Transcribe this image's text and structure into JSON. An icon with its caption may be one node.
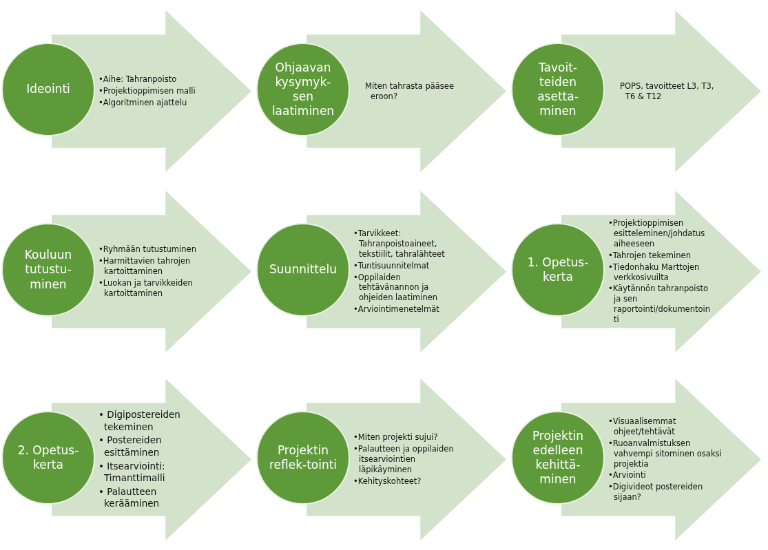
{
  "diagram": {
    "nodes": [
      {
        "text": [
          "Ideointi"
        ]
      },
      {
        "text": [
          "•Aihe: Tahranpoisto",
          "•Projektioppimisen malli",
          "•Algoritminen ajattelu"
        ]
      },
      {
        "text": [
          "Ohjaavan kysymyk-sen laatiminen"
        ]
      },
      {
        "text": [
          "Miten tahrasta pääsee eroon?"
        ]
      },
      {
        "text": [
          "Tavoit-teiden asetta-minen"
        ]
      },
      {
        "text": [
          "POPS, tavoitteet L3, T3, T6 & T12"
        ]
      },
      {
        "text": [
          "Kouluun tutustu-minen"
        ]
      },
      {
        "text": [
          "•Ryhmään tutustuminen",
          "•Harmittavien tahrojen kartoittaminen",
          "•Luokan ja tarvikkeiden kartoittaminen"
        ]
      },
      {
        "text": [
          "Suunnittelu"
        ]
      },
      {
        "text": [
          "•Tarvikkeet: Tahranpoistoaineet, tekstiilit, tahralähteet",
          "•Tuntisuunnitelmat",
          "•Oppilaiden tehtävänannon ja ohjeiden laatiminen",
          "•Arviointimenetelmät"
        ]
      },
      {
        "text": [
          "1. Opetus-kerta"
        ]
      },
      {
        "text": [
          "•Projektioppimisen esitteleminen/johdatus aiheeseen",
          "•Tahrojen tekeminen",
          "•Tiedonhaku Marttojen verkkosivuilta",
          "•Käytännön tahranpoisto ja sen raportointi/dokumentointi"
        ]
      },
      {
        "text": [
          "2. Opetus-kerta"
        ]
      },
      {
        "text": [
          "• Digipostereiden tekeminen",
          "• Postereiden esittäminen",
          "• Itsearviointi: Timanttimalli",
          "• Palautteen kerääminen"
        ]
      },
      {
        "text": [
          "Projektin reflek-tointi"
        ]
      },
      {
        "text": [
          "•Miten projekti sujui?",
          "•Palautteen ja oppilaiden itsearviointien läpikäyminen",
          "•Kehityskohteet?"
        ]
      },
      {
        "text": [
          "Projektin edelleen kehittä-minen"
        ]
      },
      {
        "text": [
          "•Visuaalisemmat ohjeet/tehtävät",
          "•Ruoanvalmistuksen vahvempi sitominen osaksi projektia",
          "•Arviointi",
          "•Digivideot postereiden sijaan?"
        ]
      }
    ]
  }
}
